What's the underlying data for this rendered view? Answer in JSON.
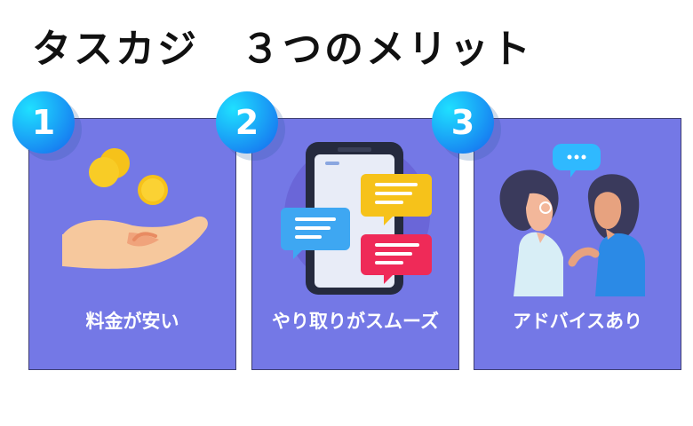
{
  "page": {
    "title": "タスカジ　３つのメリット"
  },
  "colors": {
    "card_background": "#7478e6",
    "badge_light": "#1fe0ff",
    "badge_dark": "#1673f0",
    "label_text": "#ffffff"
  },
  "merits": [
    {
      "number": "1",
      "label": "料金が安い",
      "icon": "hand-with-coins-icon"
    },
    {
      "number": "2",
      "label": "やり取りがスムーズ",
      "icon": "smartphone-chat-bubbles-icon"
    },
    {
      "number": "3",
      "label": "アドバイスあり",
      "icon": "two-women-conversation-icon"
    }
  ]
}
